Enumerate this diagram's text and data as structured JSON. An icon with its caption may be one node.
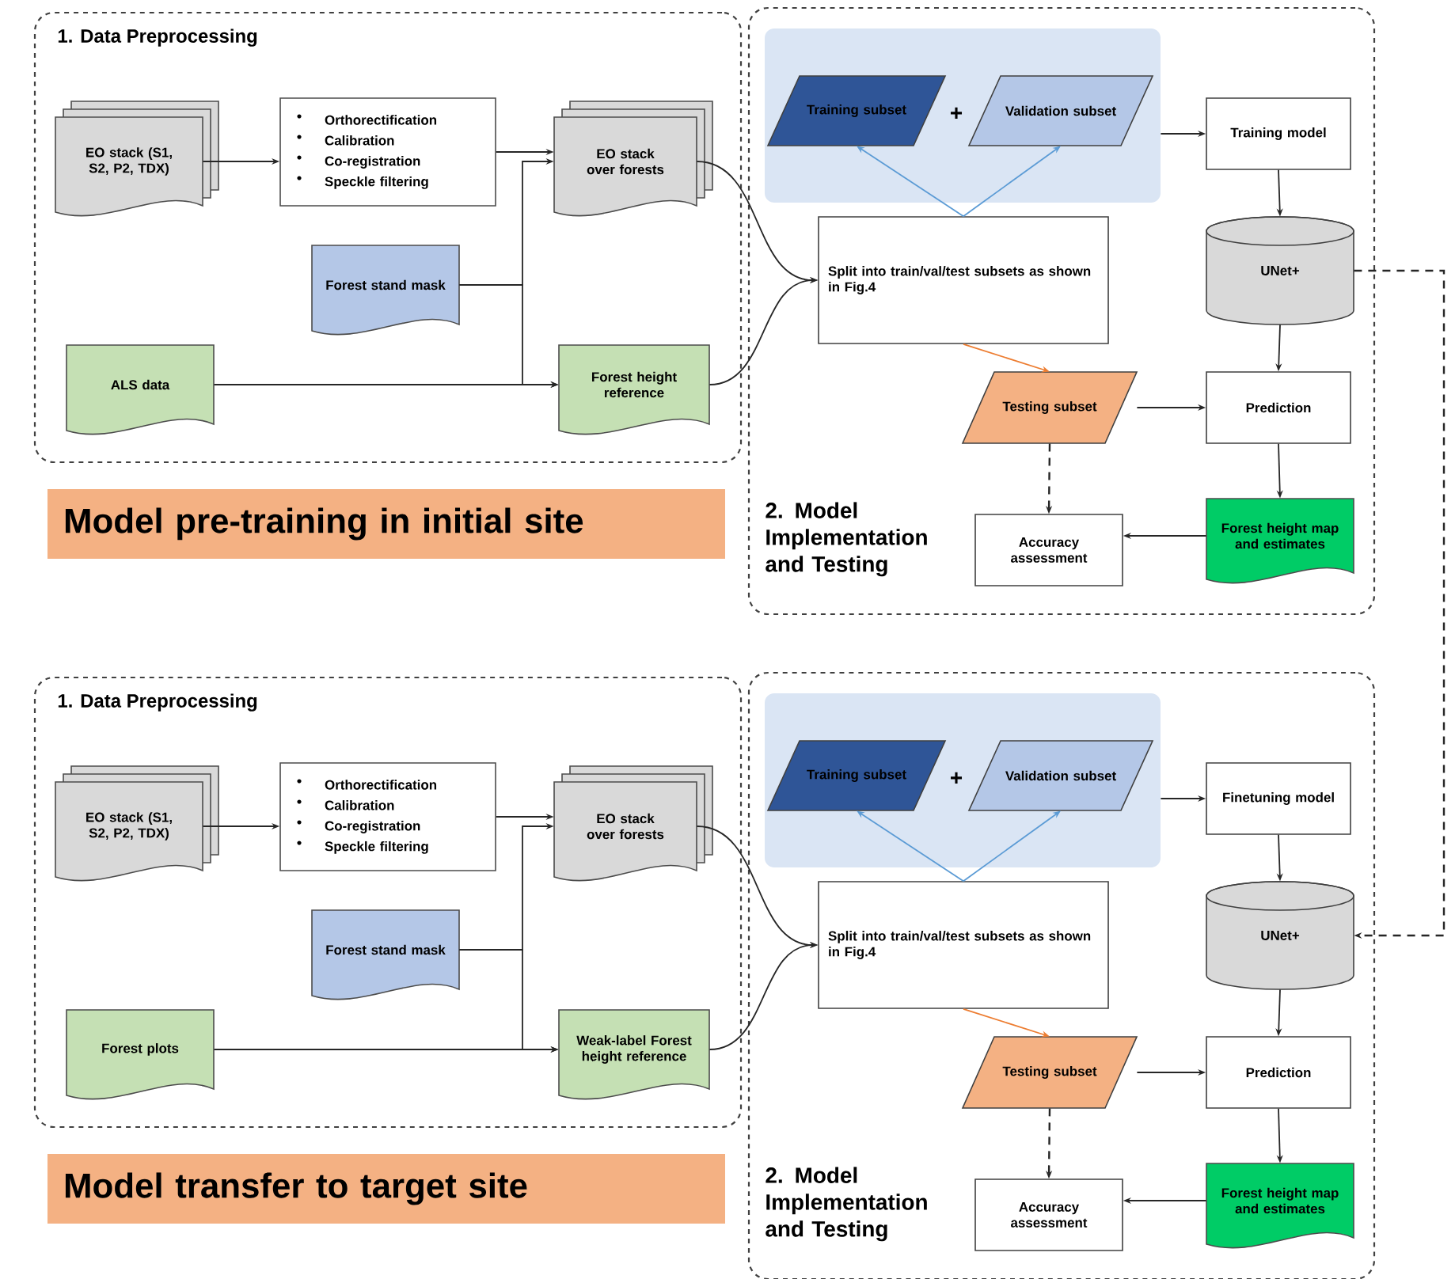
{
  "diagram": {
    "nodes": [
      {
        "text": [
          "1. Data Preprocessing"
        ]
      },
      {
        "text": [
          "EO stack (S1, S2, P2, TDX)"
        ],
        "in": 0
      },
      {
        "text": [
          "Orthorectification",
          "Calibration",
          "Co-registration",
          "Speckle filtering"
        ],
        "in": 0
      },
      {
        "text": [
          "EO stack over forests"
        ],
        "in": 0
      },
      {
        "text": [
          "Forest stand mask"
        ],
        "in": 0
      },
      {
        "text": [
          "ALS data"
        ],
        "in": 0
      },
      {
        "text": [
          "Forest height reference"
        ],
        "in": 0
      },
      {
        "text": [
          "Model pre-training in initial site"
        ]
      },
      {
        "text": [
          "2. Model Implementation and Testing"
        ]
      },
      {
        "text": [],
        "shape": "box",
        "in": 8
      },
      {
        "text": [
          "Training subset"
        ],
        "in": 9
      },
      {
        "text": [
          "Validation subset"
        ],
        "in": 9
      },
      {
        "text": [
          "Split into train/val/test subsets as shown in Fig.4"
        ],
        "in": 8
      },
      {
        "text": [
          "Training model"
        ],
        "in": 8
      },
      {
        "text": [
          "UNet+"
        ],
        "in": 8
      },
      {
        "text": [
          "Testing subset"
        ],
        "in": 8
      },
      {
        "text": [
          "Prediction"
        ],
        "in": 8
      },
      {
        "text": [
          "Accuracy assessment"
        ],
        "in": 8
      },
      {
        "text": [
          "Forest height map and estimates"
        ],
        "in": 8
      },
      {
        "text": [
          "1. Data Preprocessing"
        ]
      },
      {
        "text": [
          "EO stack (S1, S2, P2, TDX)"
        ],
        "in": 19
      },
      {
        "text": [
          "Orthorectification",
          "Calibration",
          "Co-registration",
          "Speckle filtering"
        ],
        "in": 19
      },
      {
        "text": [
          "EO stack over forests"
        ],
        "in": 19
      },
      {
        "text": [
          "Forest stand mask"
        ],
        "in": 19
      },
      {
        "text": [
          "Forest plots"
        ],
        "in": 19
      },
      {
        "text": [
          "Weak-label Forest height reference"
        ],
        "in": 19
      },
      {
        "text": [
          "Model transfer to target site"
        ]
      },
      {
        "text": [
          "2. Model Implementation and Testing"
        ]
      },
      {
        "text": [],
        "shape": "box",
        "in": 27
      },
      {
        "text": [
          "Training subset"
        ],
        "in": 28
      },
      {
        "text": [
          "Validation subset"
        ],
        "in": 28
      },
      {
        "text": [
          "Split into train/val/test subsets as shown in Fig.4"
        ],
        "in": 27
      },
      {
        "text": [
          "Finetuning model"
        ],
        "in": 27
      },
      {
        "text": [
          "UNet+"
        ],
        "in": 27
      },
      {
        "text": [
          "Testing subset"
        ],
        "in": 27
      },
      {
        "text": [
          "Prediction"
        ],
        "in": 27
      },
      {
        "text": [
          "Accuracy assessment"
        ],
        "in": 27
      },
      {
        "text": [
          "Forest height map and estimates"
        ],
        "in": 27
      }
    ],
    "edges": [
      {
        "from": 1,
        "to": 2,
        "arrow": "to"
      },
      {
        "from": 2,
        "to": 3,
        "arrow": "to"
      },
      {
        "from": 4,
        "to": 3,
        "arrow": "to"
      },
      {
        "from": 4,
        "to": 6,
        "arrow": "to"
      },
      {
        "from": 5,
        "to": 6,
        "arrow": "to"
      },
      {
        "from": 3,
        "to": 12,
        "arrow": "to"
      },
      {
        "from": 6,
        "to": 12,
        "arrow": "to"
      },
      {
        "from": 12,
        "to": 10,
        "arrow": "to",
        "color": "#5b9bd5"
      },
      {
        "from": 12,
        "to": 11,
        "arrow": "to",
        "color": "#5b9bd5"
      },
      {
        "from": 9,
        "to": 13,
        "arrow": "to"
      },
      {
        "from": 13,
        "to": 14,
        "arrow": "to"
      },
      {
        "from": 14,
        "to": 16,
        "arrow": "to"
      },
      {
        "from": 12,
        "to": 15,
        "arrow": "to",
        "color": "#ed7d31"
      },
      {
        "from": 15,
        "to": 16,
        "arrow": "to"
      },
      {
        "from": 16,
        "to": 18,
        "arrow": "to"
      },
      {
        "from": 15,
        "to": 17,
        "arrow": "to",
        "style": "dashed"
      },
      {
        "from": 18,
        "to": 17,
        "arrow": "to"
      },
      {
        "from": 14,
        "to": 33,
        "arrow": "to",
        "style": "dashed"
      },
      {
        "from": 20,
        "to": 21,
        "arrow": "to"
      },
      {
        "from": 21,
        "to": 22,
        "arrow": "to"
      },
      {
        "from": 23,
        "to": 22,
        "arrow": "to"
      },
      {
        "from": 23,
        "to": 25,
        "arrow": "to"
      },
      {
        "from": 24,
        "to": 25,
        "arrow": "to"
      },
      {
        "from": 22,
        "to": 31,
        "arrow": "to"
      },
      {
        "from": 25,
        "to": 31,
        "arrow": "to"
      },
      {
        "from": 31,
        "to": 29,
        "arrow": "to",
        "color": "#5b9bd5"
      },
      {
        "from": 31,
        "to": 30,
        "arrow": "to",
        "color": "#5b9bd5"
      },
      {
        "from": 28,
        "to": 32,
        "arrow": "to"
      },
      {
        "from": 32,
        "to": 33,
        "arrow": "to"
      },
      {
        "from": 33,
        "to": 35,
        "arrow": "to"
      },
      {
        "from": 31,
        "to": 34,
        "arrow": "to",
        "color": "#ed7d31"
      },
      {
        "from": 34,
        "to": 35,
        "arrow": "to"
      },
      {
        "from": 35,
        "to": 37,
        "arrow": "to"
      },
      {
        "from": 34,
        "to": 36,
        "arrow": "to",
        "style": "dashed"
      },
      {
        "from": 37,
        "to": 36,
        "arrow": "to"
      }
    ],
    "labels": [
      "+",
      "+"
    ]
  }
}
